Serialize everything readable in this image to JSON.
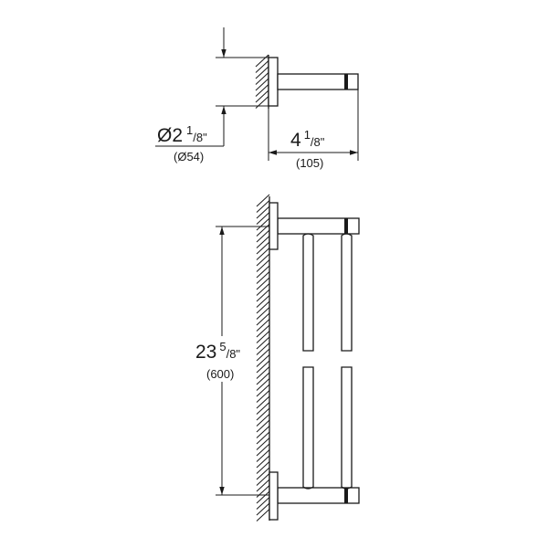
{
  "drawing": {
    "diameter": {
      "whole": "Ø2",
      "num": "1",
      "den": "/8\"",
      "metric": "(Ø54)"
    },
    "depth": {
      "whole": "4",
      "num": "1",
      "den": "/8\"",
      "metric": "(105)"
    },
    "length": {
      "whole": "23",
      "num": "5",
      "den": "/8\"",
      "metric": "(600)"
    },
    "line_color": "#1a1a1a"
  }
}
